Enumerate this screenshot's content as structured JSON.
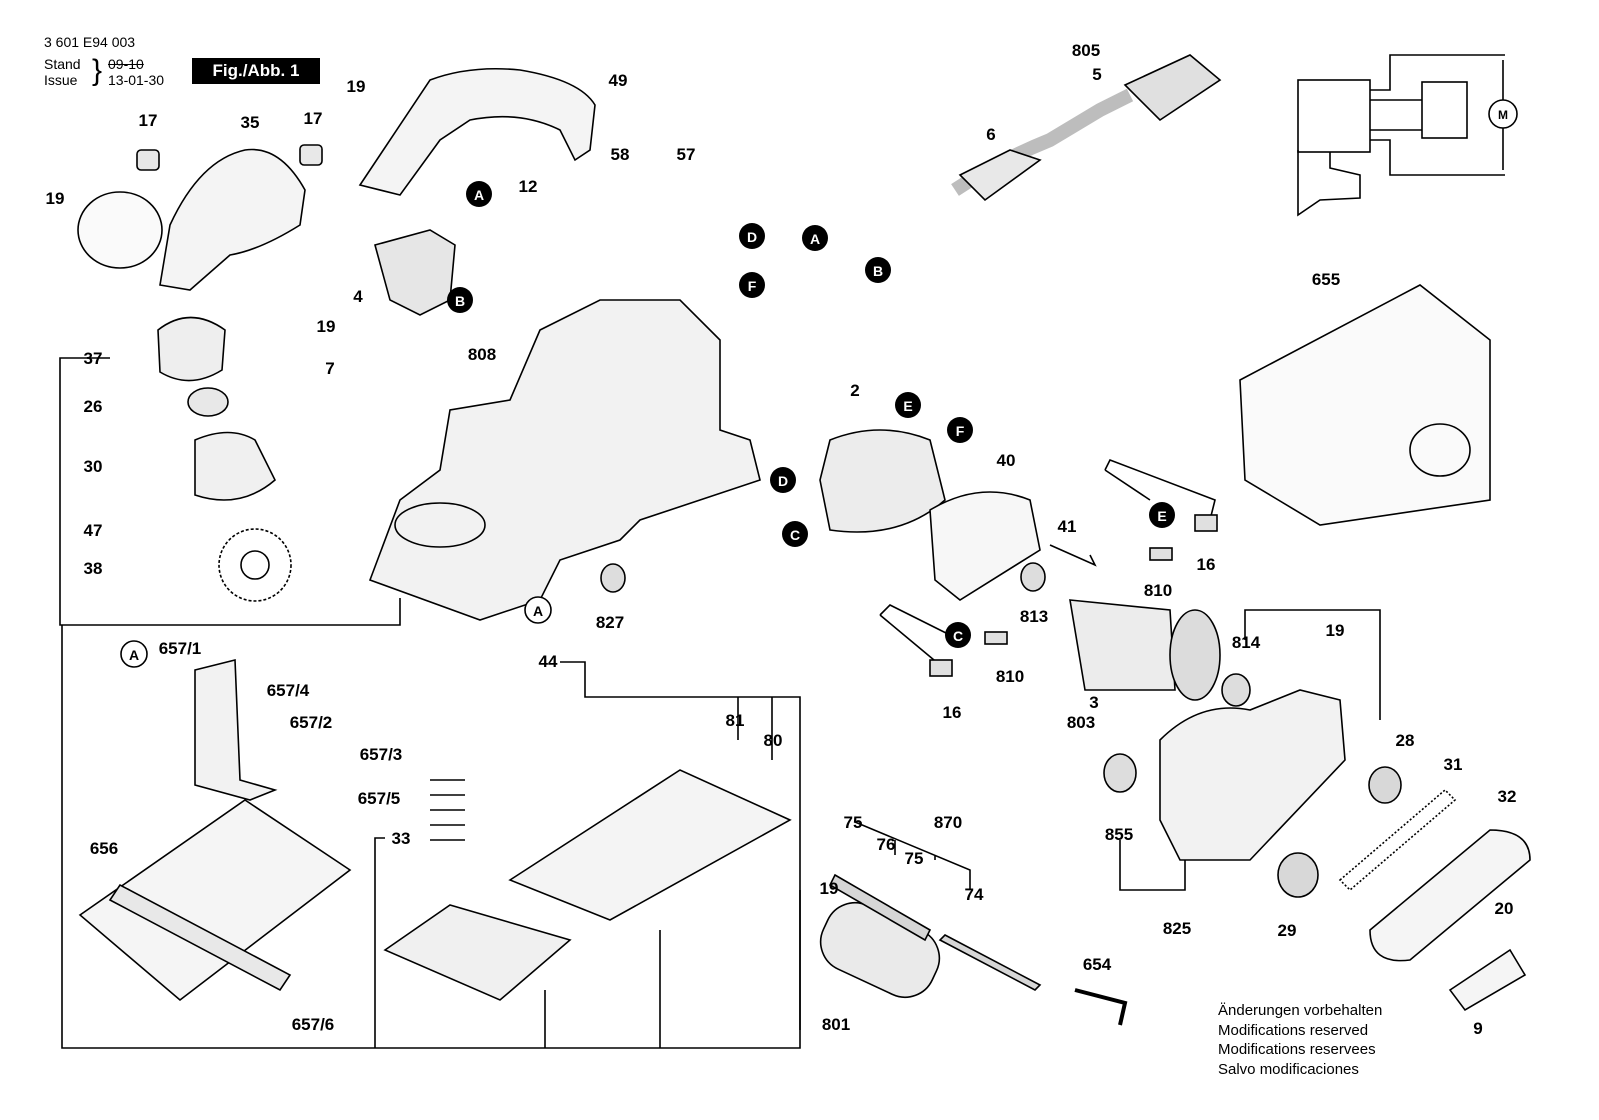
{
  "header": {
    "doc_number": "3 601 E94 003",
    "stand_label": "Stand",
    "issue_label": "Issue",
    "stand_date_old": "09-10",
    "issue_date": "13-01-30",
    "figure_label": "Fig./Abb. 1"
  },
  "notes": [
    "Änderungen vorbehalten",
    "Modifications reserved",
    "Modifications reservees",
    "Salvo modificaciones"
  ],
  "connectors": [
    "A",
    "B",
    "C",
    "D",
    "E",
    "F"
  ],
  "wiring_symbol": "M",
  "part_labels": [
    {
      "id": "p19a",
      "text": "19"
    },
    {
      "id": "p49",
      "text": "49"
    },
    {
      "id": "p17a",
      "text": "17"
    },
    {
      "id": "p35",
      "text": "35"
    },
    {
      "id": "p17b",
      "text": "17"
    },
    {
      "id": "p19b",
      "text": "19"
    },
    {
      "id": "p12",
      "text": "12"
    },
    {
      "id": "p58",
      "text": "58"
    },
    {
      "id": "p57",
      "text": "57"
    },
    {
      "id": "p805",
      "text": "805"
    },
    {
      "id": "p5",
      "text": "5"
    },
    {
      "id": "p6",
      "text": "6"
    },
    {
      "id": "p4",
      "text": "4"
    },
    {
      "id": "p19c",
      "text": "19"
    },
    {
      "id": "p7",
      "text": "7"
    },
    {
      "id": "p808",
      "text": "808"
    },
    {
      "id": "p37",
      "text": "37"
    },
    {
      "id": "p26",
      "text": "26"
    },
    {
      "id": "p30",
      "text": "30"
    },
    {
      "id": "p47",
      "text": "47"
    },
    {
      "id": "p38",
      "text": "38"
    },
    {
      "id": "p655",
      "text": "655"
    },
    {
      "id": "p2",
      "text": "2"
    },
    {
      "id": "p40",
      "text": "40"
    },
    {
      "id": "p41",
      "text": "41"
    },
    {
      "id": "p16a",
      "text": "16"
    },
    {
      "id": "p810a",
      "text": "810"
    },
    {
      "id": "p827",
      "text": "827"
    },
    {
      "id": "p813",
      "text": "813"
    },
    {
      "id": "p814",
      "text": "814"
    },
    {
      "id": "p19d",
      "text": "19"
    },
    {
      "id": "p810b",
      "text": "810"
    },
    {
      "id": "p16b",
      "text": "16"
    },
    {
      "id": "p3",
      "text": "3"
    },
    {
      "id": "p803",
      "text": "803"
    },
    {
      "id": "p657_1",
      "text": "657/1"
    },
    {
      "id": "p657_4",
      "text": "657/4"
    },
    {
      "id": "p657_2",
      "text": "657/2"
    },
    {
      "id": "p657_3",
      "text": "657/3"
    },
    {
      "id": "p657_5",
      "text": "657/5"
    },
    {
      "id": "p44",
      "text": "44"
    },
    {
      "id": "p81",
      "text": "81"
    },
    {
      "id": "p80",
      "text": "80"
    },
    {
      "id": "p28",
      "text": "28"
    },
    {
      "id": "p31",
      "text": "31"
    },
    {
      "id": "p32",
      "text": "32"
    },
    {
      "id": "p656",
      "text": "656"
    },
    {
      "id": "p33",
      "text": "33"
    },
    {
      "id": "p75a",
      "text": "75"
    },
    {
      "id": "p870",
      "text": "870"
    },
    {
      "id": "p76",
      "text": "76"
    },
    {
      "id": "p75b",
      "text": "75"
    },
    {
      "id": "p855",
      "text": "855"
    },
    {
      "id": "p19e",
      "text": "19"
    },
    {
      "id": "p74",
      "text": "74"
    },
    {
      "id": "p825",
      "text": "825"
    },
    {
      "id": "p29",
      "text": "29"
    },
    {
      "id": "p20",
      "text": "20"
    },
    {
      "id": "p654",
      "text": "654"
    },
    {
      "id": "p657_6",
      "text": "657/6"
    },
    {
      "id": "p801",
      "text": "801"
    },
    {
      "id": "p9",
      "text": "9"
    }
  ]
}
